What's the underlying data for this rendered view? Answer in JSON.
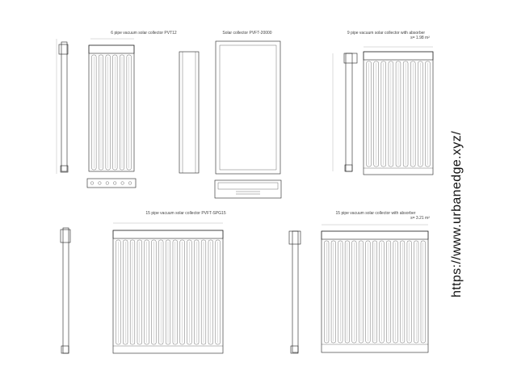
{
  "captions": {
    "panel_6_tubes": "6 pipe vacuum solar collector PVT12",
    "flat_plate": "Solar collector PVFT-20000",
    "panel_9_tubes": "9 pipe vacuum solar collector with absorber",
    "panel_9_area": "s= 1.98 m²",
    "panel_15_tubes": "15 pipe vacuum solar collector PVFT-SPG15",
    "panel_15_absorber": "15 pipe vacuum solar collector with absorber",
    "panel_15_area": "s= 3.21 m²"
  },
  "watermark": "https://www.urbanedge.xyz/"
}
